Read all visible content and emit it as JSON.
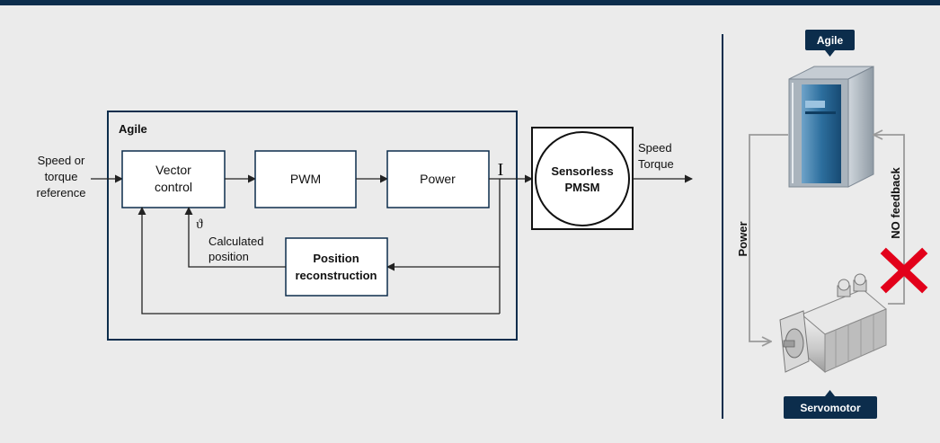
{
  "colors": {
    "background": "#ebebeb",
    "navy": "#0c2d4c",
    "line": "#333333",
    "gray_arrow": "#9a9a9a",
    "red_cross": "#e2001a",
    "drive_blue": "#1f5f8e"
  },
  "diagram": {
    "input_label_line1": "Speed or",
    "input_label_line2": "torque",
    "input_label_line3": "reference",
    "agile_box_title": "Agile",
    "vector_control_line1": "Vector",
    "vector_control_line2": "control",
    "pwm_label": "PWM",
    "power_label": "Power",
    "current_symbol": "I",
    "motor_line1": "Sensorless",
    "motor_line2": "PMSM",
    "output_label_line1": "Speed",
    "output_label_line2": "Torque",
    "theta_symbol": "ϑ",
    "calculated_line1": "Calculated",
    "calculated_line2": "position",
    "position_line1": "Position",
    "position_line2": "reconstruction"
  },
  "right_panel": {
    "agile_badge": "Agile",
    "power_label": "Power",
    "no_feedback_label": "NO feedback",
    "servomotor_badge": "Servomotor"
  },
  "icons": {
    "drive": "drive-unit-icon",
    "servomotor": "servomotor-icon",
    "cross": "cross-icon"
  }
}
